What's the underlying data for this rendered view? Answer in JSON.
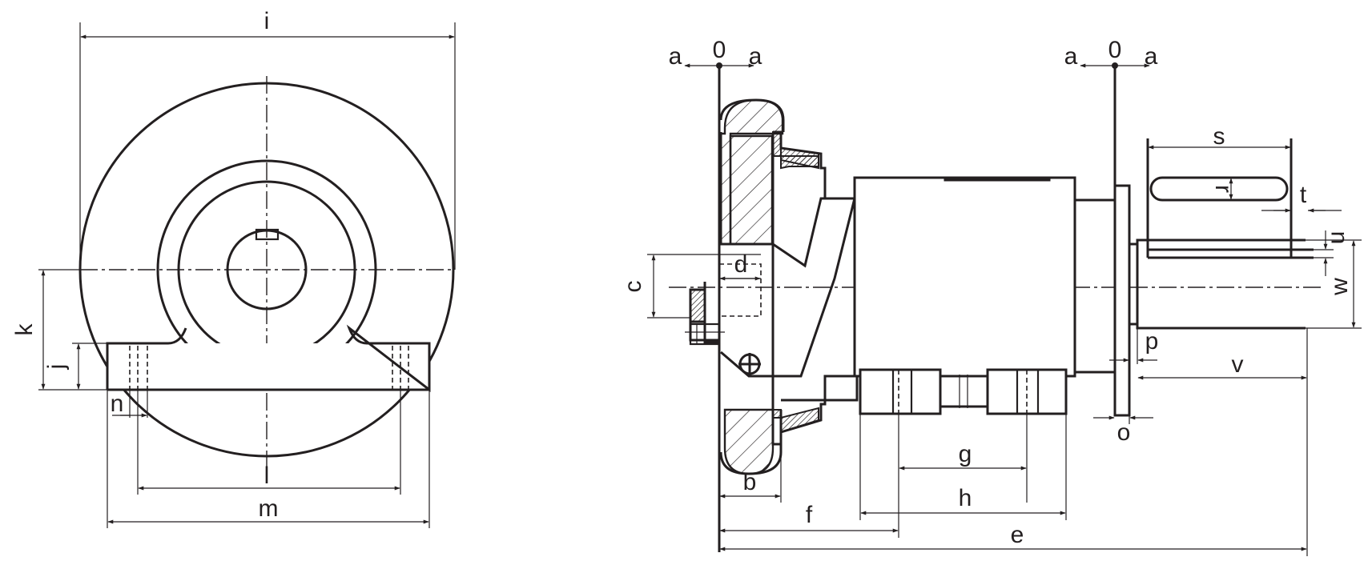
{
  "labels": {
    "a1": "a",
    "zero1": "0",
    "a2": "a",
    "a3": "a",
    "zero2": "0",
    "a4": "a",
    "i": "i",
    "k": "k",
    "j": "j",
    "n": "n",
    "l": "l",
    "m": "m",
    "c": "c",
    "d": "d",
    "b": "b",
    "f": "f",
    "g": "g",
    "h": "h",
    "e": "e",
    "s": "s",
    "r": "r",
    "t": "t",
    "u": "u",
    "w": "w",
    "p": "p",
    "v": "v",
    "o": "o"
  },
  "colors": {
    "line": "#231f20",
    "background": "#ffffff"
  }
}
